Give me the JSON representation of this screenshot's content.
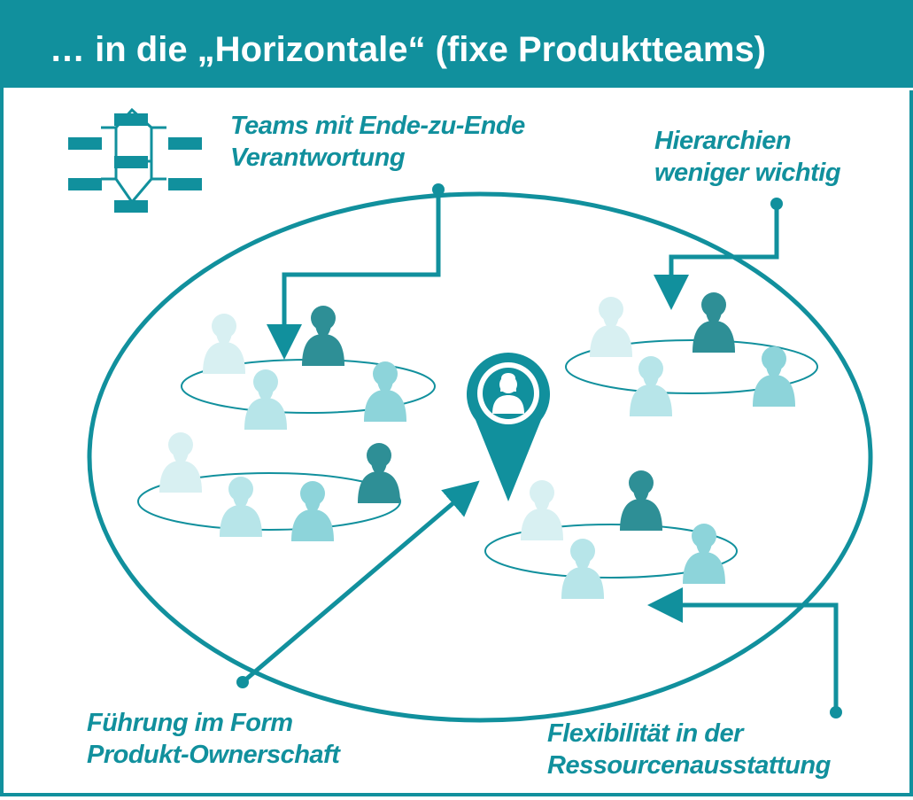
{
  "title": "… in die „Horizontale“ (fixe Produktteams)",
  "labels": {
    "teams": [
      "Teams mit Ende-zu-Ende",
      "Verantwortung"
    ],
    "hierarchien": [
      "Hierarchien",
      "weniger wichtig"
    ],
    "fuehrung": [
      "Führung im Form",
      "Produkt-Ownerschaft"
    ],
    "flexibilitaet": [
      "Flexibilität in der",
      "Ressourcenausstattung"
    ]
  },
  "colors": {
    "accent": "#11909d",
    "person_dark": "#2e8f96",
    "person_mid": "#8dd4da",
    "person_light": "#d8f0f2"
  },
  "icons": {
    "org_chart": "org-chart-icon",
    "location_pin": "location-pin-icon",
    "person": "person-icon"
  }
}
